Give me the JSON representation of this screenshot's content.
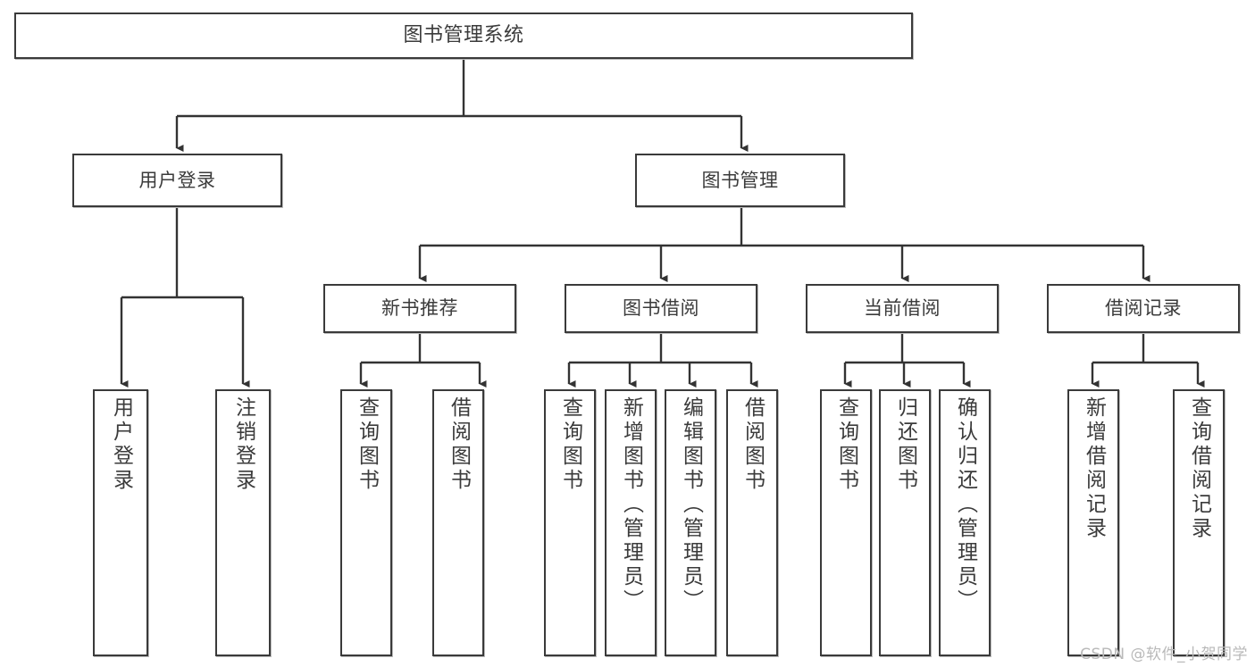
{
  "diagram": {
    "title": "图书管理系统",
    "type": "functional-structure-tree",
    "root": {
      "label": "图书管理系统"
    },
    "level2": [
      {
        "label": "用户登录"
      },
      {
        "label": "图书管理"
      }
    ],
    "level3": [
      {
        "label": "新书推荐"
      },
      {
        "label": "图书借阅"
      },
      {
        "label": "当前借阅"
      },
      {
        "label": "借阅记录"
      }
    ],
    "leaves": {
      "user_login": [
        {
          "label": "用户登录"
        },
        {
          "label": "注销登录"
        }
      ],
      "new_book_recommend": [
        {
          "label": "查询图书"
        },
        {
          "label": "借阅图书"
        }
      ],
      "book_borrow": [
        {
          "label": "查询图书"
        },
        {
          "label": "新增图书（管理员）"
        },
        {
          "label": "编辑图书（管理员）"
        },
        {
          "label": "借阅图书"
        }
      ],
      "current_borrow": [
        {
          "label": "查询图书"
        },
        {
          "label": "归还图书"
        },
        {
          "label": "确认归还（管理员）"
        }
      ],
      "borrow_record": [
        {
          "label": "新增借阅记录"
        },
        {
          "label": "查询借阅记录"
        }
      ]
    }
  },
  "watermark": {
    "text": "CSDN @软件_小贺同学"
  },
  "colors": {
    "box_border": "#3a3a3a",
    "box_fill": "#ffffff",
    "text": "#3b3b3b",
    "line": "#333333",
    "watermark": "#b9b9b9",
    "background": "#ffffff"
  }
}
